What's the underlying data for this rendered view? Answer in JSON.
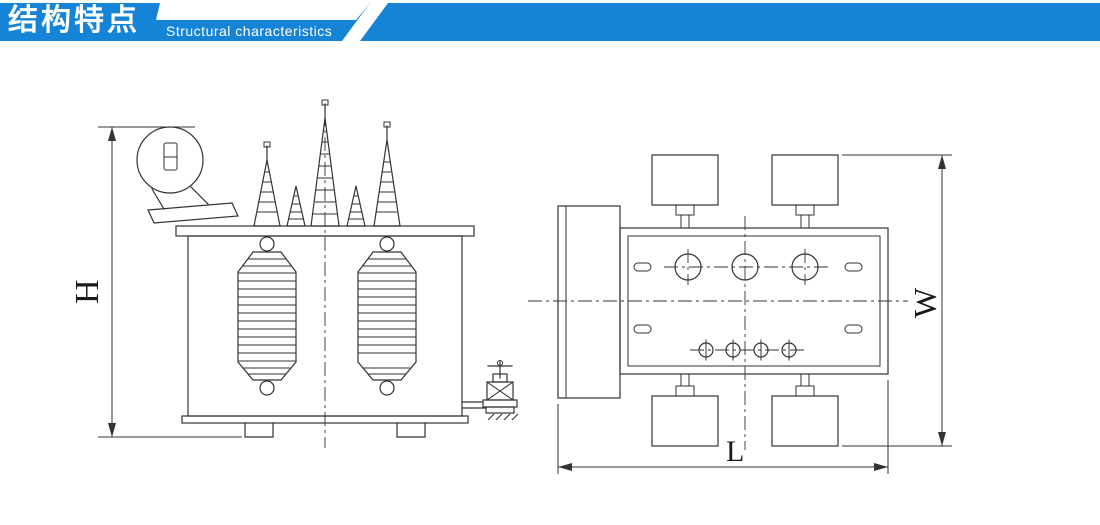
{
  "header": {
    "title": "结构特点",
    "subtitle": "Structural characteristics",
    "banner_color": "#1583d6"
  },
  "diagram": {
    "front_view": {
      "dimension_height_label": "H"
    },
    "top_view": {
      "dimension_width_label": "W",
      "dimension_length_label": "L"
    }
  }
}
